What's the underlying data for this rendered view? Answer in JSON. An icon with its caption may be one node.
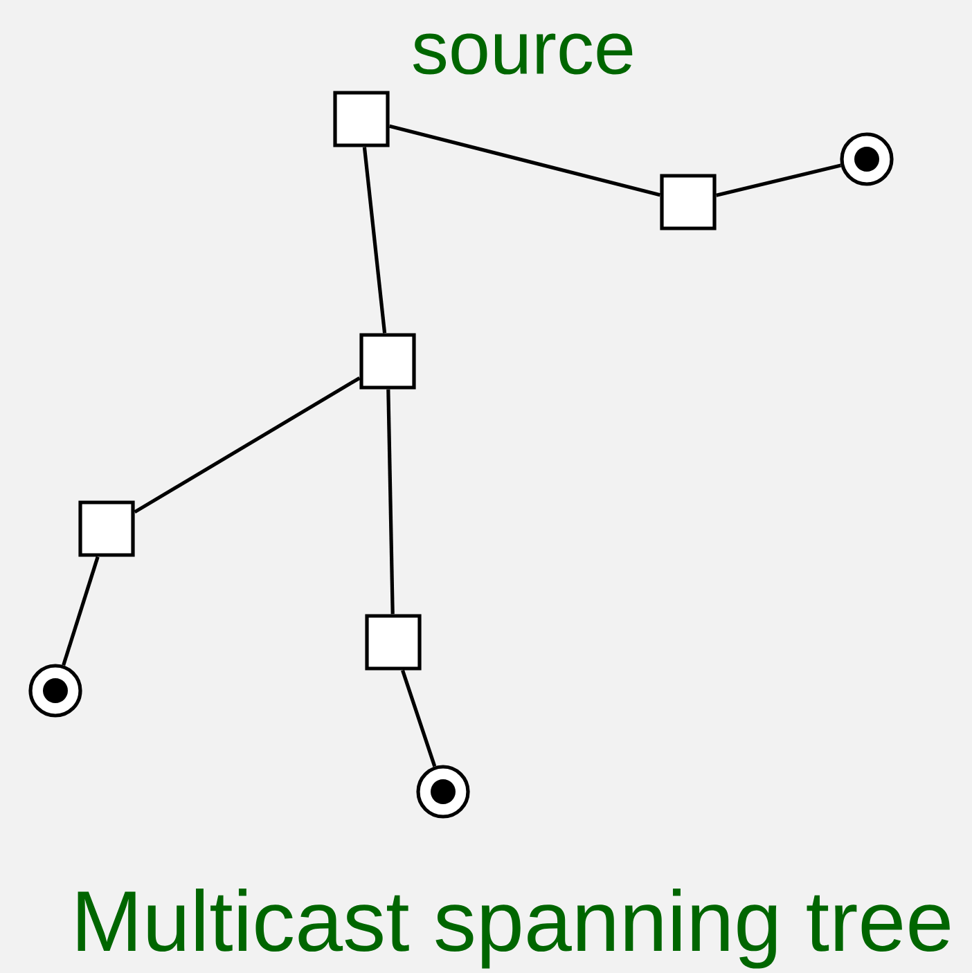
{
  "diagram": {
    "caption": "Multicast spanning tree",
    "nodes": [
      {
        "text": [],
        "shape": "box",
        "beside": [
          "source"
        ]
      },
      {
        "text": [],
        "shape": "box"
      },
      {
        "text": [],
        "shape": "box"
      },
      {
        "text": [],
        "shape": "box"
      },
      {
        "text": [],
        "shape": "box"
      },
      {
        "text": [],
        "shape": "circle"
      },
      {
        "text": [],
        "shape": "circle"
      },
      {
        "text": [],
        "shape": "circle"
      }
    ],
    "edges": [
      {
        "from": 0,
        "to": 1,
        "arrow": "none"
      },
      {
        "from": 1,
        "to": 5,
        "arrow": "none"
      },
      {
        "from": 0,
        "to": 2,
        "arrow": "none"
      },
      {
        "from": 2,
        "to": 3,
        "arrow": "none"
      },
      {
        "from": 3,
        "to": 6,
        "arrow": "none"
      },
      {
        "from": 2,
        "to": 4,
        "arrow": "none"
      },
      {
        "from": 4,
        "to": 7,
        "arrow": "none"
      }
    ]
  }
}
